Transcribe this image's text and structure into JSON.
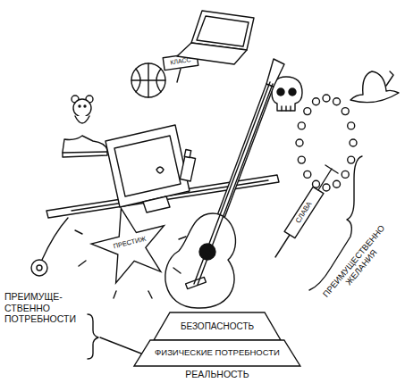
{
  "diagram": {
    "nodes": [
      {
        "text": [
          "ПРЕСТИЖ"
        ]
      },
      {
        "text": [
          "БЕЗОПАСНОСТЬ"
        ]
      },
      {
        "text": [
          "ФИЗИЧЕСКИЕ ПОТРЕБНОСТИ"
        ]
      }
    ],
    "labels": [
      "КЛАСС",
      "СЛАВА",
      "ПРЕИМУЩЕ- СТВЕННО ПОТРЕБНОСТИ",
      "ПРЕИМУЩЕСТВЕННО ЖЕЛАНИЯ",
      "РЕАЛЬНОСТЬ"
    ]
  }
}
